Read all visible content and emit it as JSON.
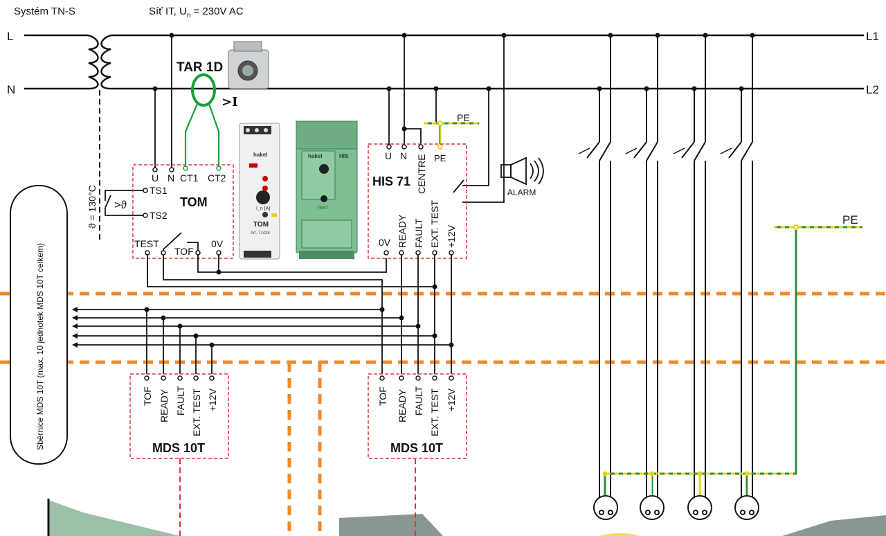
{
  "header": {
    "system_label": "Systém TN-S",
    "network_label_prefix": "Síť IT, U",
    "network_label_sub": "n",
    "network_label_suffix": " = 230V AC"
  },
  "lines": {
    "left_L": "L",
    "left_N": "N",
    "right_L1": "L1",
    "right_L2": "L2"
  },
  "sensor": {
    "name": "TAR 1D",
    "overcurrent": ">I"
  },
  "transformer": {
    "temperature_label": "ϑ = 130°C",
    "thermostat_label": ">ϑ"
  },
  "tom": {
    "title": "TOM",
    "terminals": {
      "u": "U",
      "n": "N",
      "ct1": "CT1",
      "ct2": "CT2",
      "ts1": "TS1",
      "ts2": "TS2",
      "test": "TEST",
      "tof": "TOF",
      "zero_v": "0V"
    },
    "product": {
      "brand": "hakel",
      "label": "TOM",
      "dial_label": "I_n [A]",
      "code": "Art. 71428"
    }
  },
  "his_product": {
    "brand": "hakel",
    "model": "HIS",
    "button": "TEST"
  },
  "his71": {
    "title": "HIS 71",
    "terminals": {
      "u": "U",
      "n": "N",
      "centre": "CENTRE",
      "zero_v": "0V",
      "ready": "READY",
      "fault": "FAULT",
      "ext_test": "EXT. TEST",
      "plus12v": "+12V"
    }
  },
  "pe": {
    "top": "PE",
    "top_terminal": "PE",
    "right": "PE"
  },
  "alarm": {
    "label": "ALARM"
  },
  "bus": {
    "label": "Sběrnice MDS 10T (max. 10 jednotek MDS 10T celkem)"
  },
  "mds_units": [
    {
      "title": "MDS 10T",
      "terminals": [
        "TOF",
        "READY",
        "FAULT",
        "EXT. TEST",
        "+12V"
      ]
    },
    {
      "title": "MDS 10T",
      "terminals": [
        "TOF",
        "READY",
        "FAULT",
        "EXT. TEST",
        "+12V"
      ]
    }
  ],
  "colors": {
    "line": "#111111",
    "box_border": "#d9363e",
    "bus_dash": "#ef8a2a",
    "ct_green": "#1a9e3a",
    "pe_yellow": "#e6d21c",
    "pe_green": "#2c8c3c",
    "device_green": "#7fbf94",
    "device_dark": "#3a7d55",
    "panel_grey": "#8a9690"
  }
}
